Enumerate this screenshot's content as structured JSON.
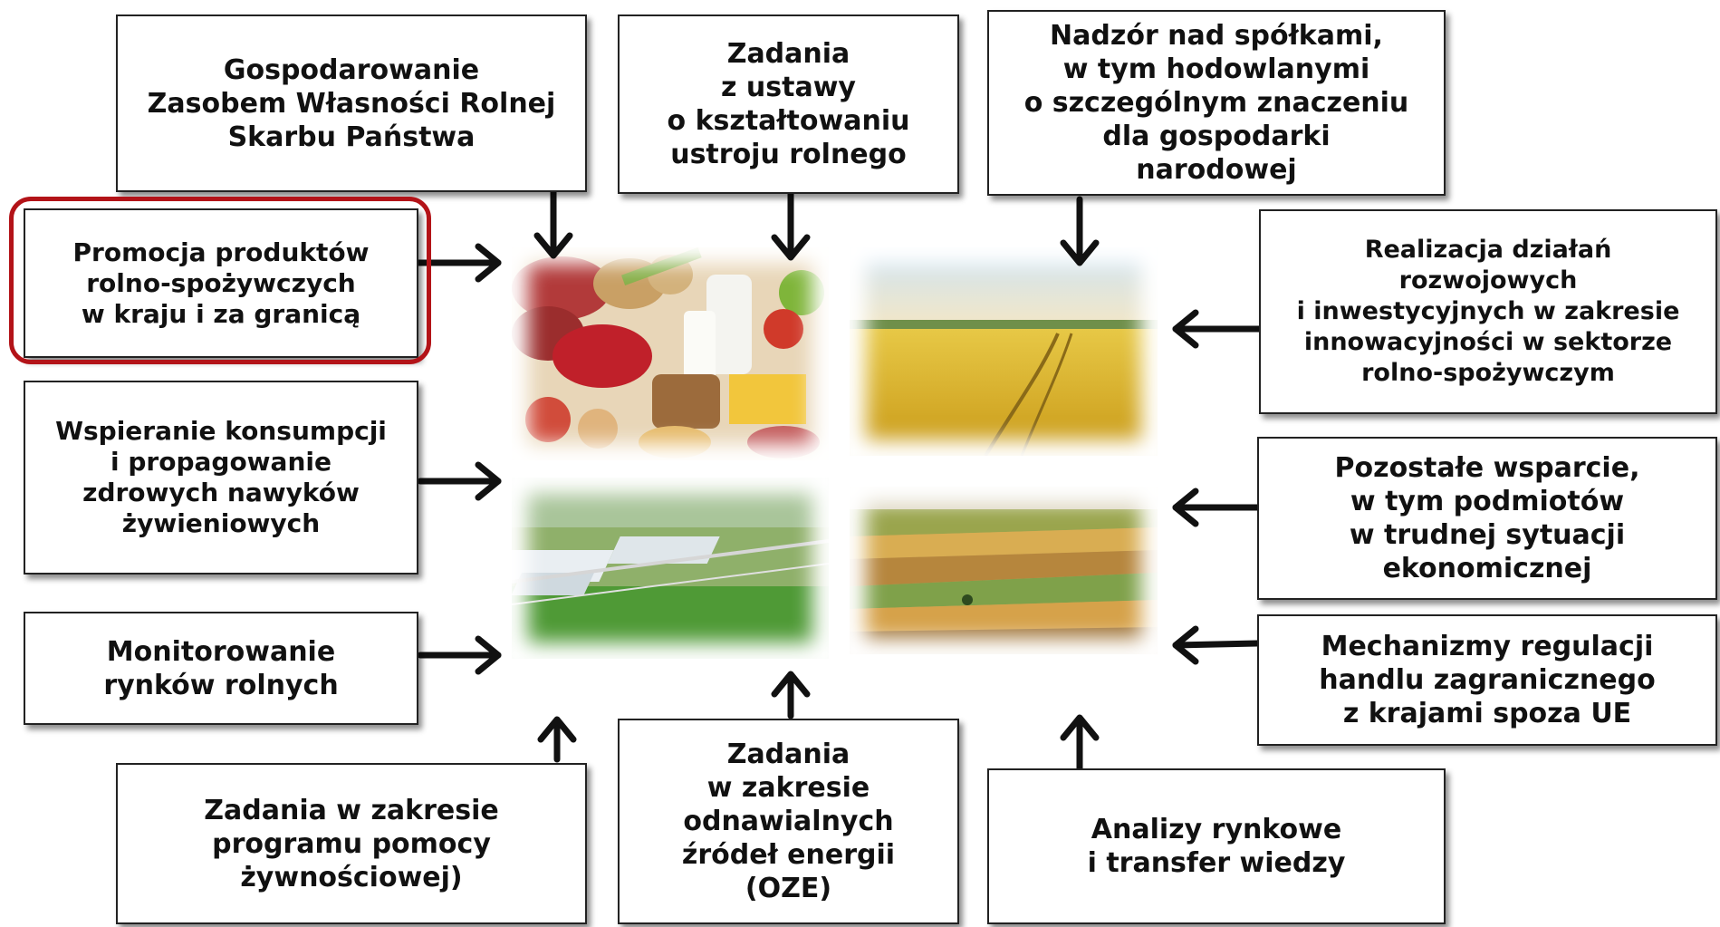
{
  "boxes": {
    "top_left": "Gospodarowanie\nZasobem Własności Rolnej\nSkarbu Państwa",
    "top_center": "Zadania\nz ustawy\no kształtowaniu\nustroju rolnego",
    "top_right": "Nadzór nad spółkami,\nw tym hodowlanymi\no szczególnym znaczeniu\ndla gospodarki\nnarodowej",
    "promocja": "Promocja produktów\nrolno-spożywczych\nw kraju i za granicą",
    "wspieranie": "Wspieranie konsumpcji\ni propagowanie\nzdrowych nawyków\nżywieniowych",
    "monitorowanie": "Monitorowanie\nrynków rolnych",
    "realizacja": "Realizacja działań\nrozwojowych\ni inwestycyjnych w zakresie\ninnowacyjności w sektorze\nrolno-spożywczym",
    "pozostale": "Pozostałe wsparcie,\nw tym podmiotów\nw trudnej sytuacji\nekonomicznej",
    "mechanizmy": "Mechanizmy regulacji\nhandlu zagranicznego\nz krajami spoza UE",
    "bottom_left": "Zadania w zakresie\nprogramu pomocy\nżywnościowej)",
    "bottom_center": "Zadania\nw zakresie\nodnawialnych\nźródeł energii\n(OZE)",
    "bottom_right": "Analizy rynkowe\ni transfer wiedzy"
  },
  "images": {
    "food": "food-products-photo",
    "wheat": "wheat-field-photo",
    "industrial": "industrial-park-aerial-photo",
    "fields": "farmland-aerial-photo"
  },
  "colors": {
    "highlight_border": "#b31318",
    "box_border": "#222222",
    "arrow": "#111111"
  }
}
